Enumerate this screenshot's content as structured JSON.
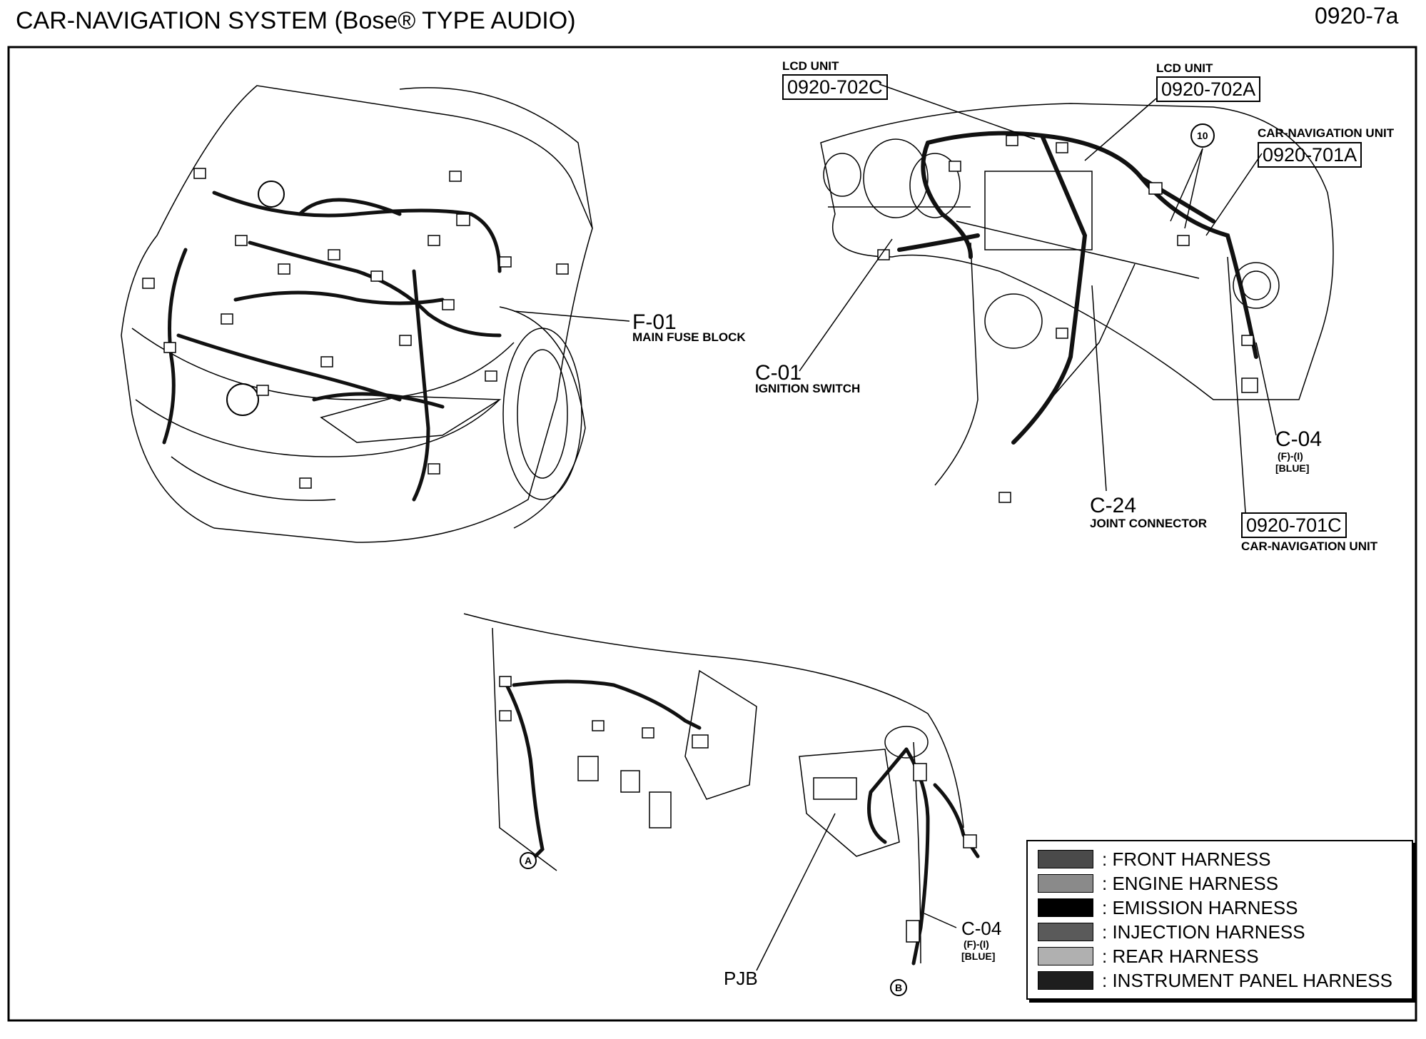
{
  "header": {
    "title": "CAR-NAVIGATION SYSTEM (Bose® TYPE AUDIO)",
    "page_id": "0920-7a"
  },
  "engine_view": {
    "f01": {
      "code": "F-01",
      "desc": "MAIN FUSE BLOCK"
    }
  },
  "dash_view": {
    "lcd_unit_c": {
      "label": "LCD UNIT",
      "ref": "0920-702C"
    },
    "lcd_unit_a": {
      "label": "LCD UNIT",
      "ref": "0920-702A"
    },
    "nav_unit_a": {
      "label": "CAR-NAVIGATION UNIT",
      "ref": "0920-701A"
    },
    "nav_unit_c": {
      "label": "CAR-NAVIGATION UNIT",
      "ref": "0920-701C"
    },
    "circle_10": "10",
    "c01": {
      "code": "C-01",
      "desc": "IGNITION SWITCH"
    },
    "c24": {
      "code": "C-24",
      "desc": "JOINT CONNECTOR"
    },
    "c04": {
      "code": "C-04",
      "sub": "(F)-(I)",
      "color": "[BLUE]"
    }
  },
  "floor_view": {
    "circle_a": "A",
    "circle_b": "B",
    "pjb": "PJB",
    "c04": {
      "code": "C-04",
      "sub": "(F)-(I)",
      "color": "[BLUE]"
    }
  },
  "legend": {
    "items": [
      {
        "label": ": FRONT HARNESS",
        "color": "#4a4a4a"
      },
      {
        "label": ": ENGINE HARNESS",
        "color": "#8a8a8a"
      },
      {
        "label": ": EMISSION HARNESS",
        "color": "#000000"
      },
      {
        "label": ": INJECTION HARNESS",
        "color": "#5a5a5a"
      },
      {
        "label": ": REAR HARNESS",
        "color": "#b0b0b0"
      },
      {
        "label": ": INSTRUMENT PANEL HARNESS",
        "color": "#1e1e1e"
      }
    ]
  }
}
